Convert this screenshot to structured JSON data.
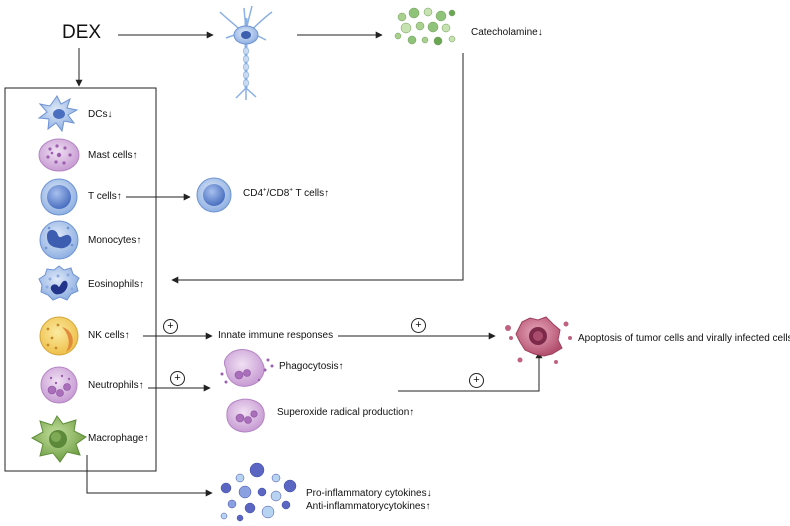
{
  "top": {
    "dex": "DEX",
    "catecholamine": "Catecholamine↓"
  },
  "cells": [
    {
      "label": "DCs↓"
    },
    {
      "label": "Mast cells↑"
    },
    {
      "label": "T cells↑"
    },
    {
      "label": "Monocytes↑"
    },
    {
      "label": "Eosinophils↑"
    },
    {
      "label": "NK cells↑"
    },
    {
      "label": "Neutrophils↑"
    },
    {
      "label": "Macrophage↑"
    }
  ],
  "tcell_subset": {
    "prefix": "CD4",
    "mid": "/CD8",
    "suffix": " T cells↑",
    "sup": "+"
  },
  "innate": "Innate immune responses",
  "phagocytosis": "Phagocytosis↑",
  "superoxide": "Superoxide radical production↑",
  "apoptosis": "Apoptosis of tumor cells and virally infected cells",
  "cytokines": {
    "pro": "Pro-inflammatory cytokines↓",
    "anti": "Anti-inflammatorycytokines↑"
  },
  "plus_symbol": "+",
  "colors": {
    "line": "#222222",
    "cell_blue": "#a9c4ea",
    "cell_blue_dark": "#5c7fc4",
    "mast_purple": "#d7b5df",
    "nk_yellow": "#f2cf63",
    "macrophage_green": "#86b55a",
    "apoptosis_red": "#c0627f",
    "catecholamine_green": "#8fc37a",
    "cytokine_blue": "#5a66c2"
  }
}
